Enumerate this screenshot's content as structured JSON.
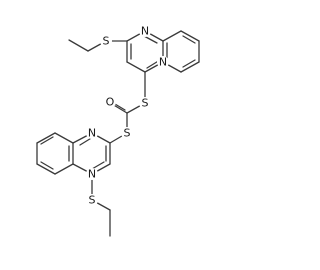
{
  "structure": {
    "atom_labels": {
      "n1": "N",
      "n2": "N",
      "s_ethyl_top": "S",
      "s_link_top": "S",
      "o_carbonyl": "O",
      "s_link_bottom": "S",
      "n3": "N",
      "n4": "N",
      "s_ethyl_bottom": "S"
    },
    "colors": {
      "bond": "#3a3a3a",
      "label": "#1a1a1a",
      "background": "#ffffff"
    }
  }
}
